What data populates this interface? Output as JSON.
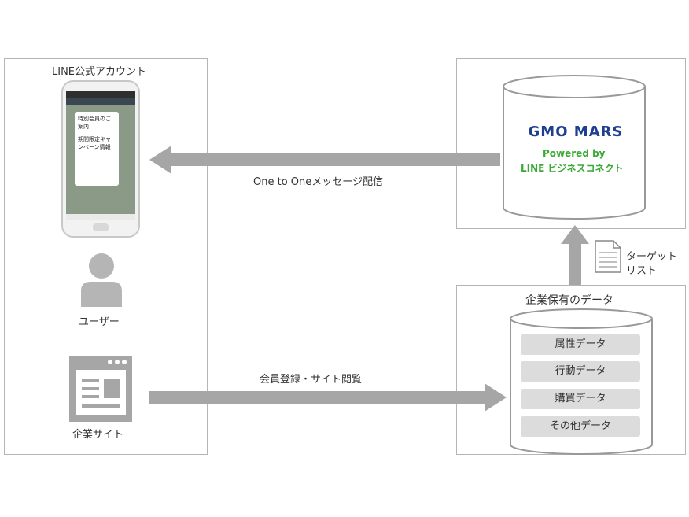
{
  "left_panel": {
    "title": "LINE公式アカウント",
    "phone_message_1": "特別会員のご案内",
    "phone_message_2": "期間限定キャンペーン情報",
    "user_label": "ユーザー",
    "site_label": "企業サイト"
  },
  "right_top_panel": {
    "brand_gmo": "GMO",
    "brand_mars": "MARS",
    "powered_by": "Powered by",
    "product": "LINE ビジネスコネクト"
  },
  "right_bottom_panel": {
    "title": "企業保有のデータ",
    "items": [
      "属性データ",
      "行動データ",
      "購買データ",
      "その他データ"
    ]
  },
  "arrows": {
    "top_label": "One to Oneメッセージ配信",
    "bottom_label": "会員登録・サイト閲覧",
    "target_list_line1": "ターゲット",
    "target_list_line2": "リスト"
  },
  "colors": {
    "arrow": "#a6a6a6",
    "panel_border": "#b5b5b5",
    "gmo_blue": "#1f3f8f",
    "mars_red": "#c0243c",
    "powered_green": "#3aaa35",
    "data_item_bg": "#dcdcdc"
  }
}
